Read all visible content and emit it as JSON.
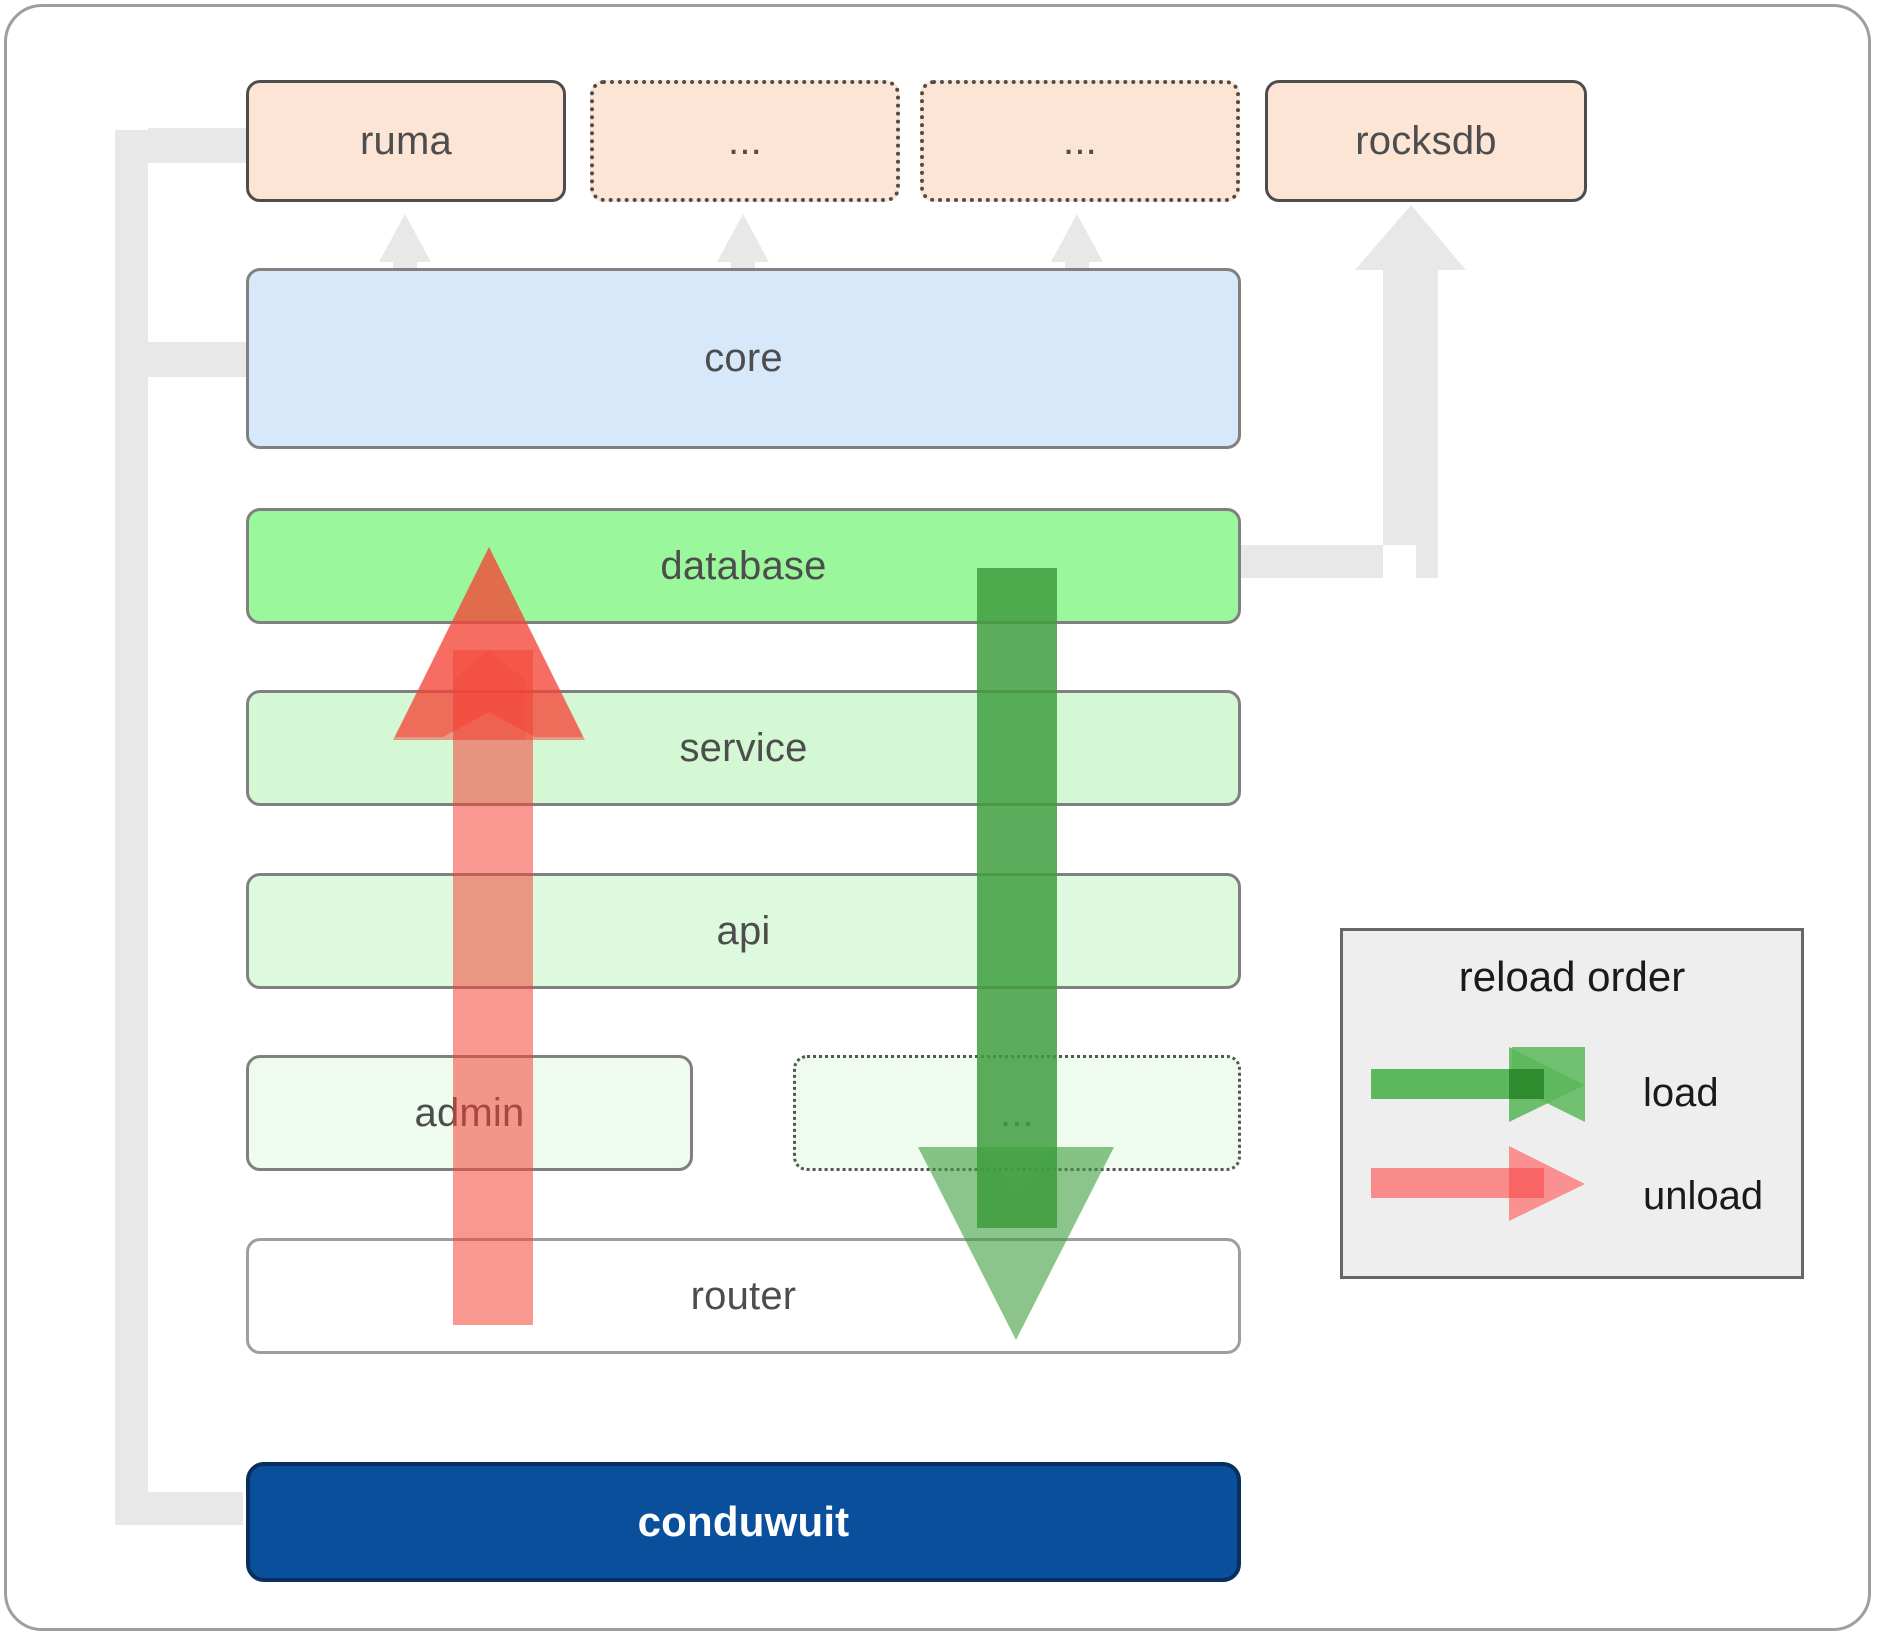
{
  "diagram": {
    "title_semantic": "conduwuit crate layering and reload order",
    "frame": {
      "border_color": "#9e9e9e"
    },
    "top_crates": [
      {
        "id": "ruma",
        "label": "ruma",
        "style": "solid",
        "fill": "#fce5d5"
      },
      {
        "id": "dots1",
        "label": "...",
        "style": "dotted",
        "fill": "#fce5d5"
      },
      {
        "id": "dots2",
        "label": "...",
        "style": "dotted",
        "fill": "#fce5d5"
      },
      {
        "id": "rocksdb",
        "label": "rocksdb",
        "style": "solid",
        "fill": "#fce5d5"
      }
    ],
    "core": {
      "label": "core",
      "fill": "#d7e8fb"
    },
    "layers": [
      {
        "id": "database",
        "label": "database",
        "fill": "#9bf79b",
        "style": "solid"
      },
      {
        "id": "service",
        "label": "service",
        "fill": "#d4f7d4",
        "style": "solid"
      },
      {
        "id": "api",
        "label": "api",
        "fill": "#defade",
        "style": "solid"
      },
      {
        "id": "admin",
        "label": "admin",
        "fill": "#eefbee",
        "style": "solid"
      },
      {
        "id": "dots3",
        "label": "...",
        "fill": "#eefbee",
        "style": "dotted"
      },
      {
        "id": "router",
        "label": "router",
        "fill": "#ffffff",
        "style": "solid"
      }
    ],
    "binary": {
      "label": "conduwuit",
      "fill": "#0a4f9c",
      "text_color": "#ffffff"
    },
    "legend": {
      "title": "reload order",
      "entries": [
        {
          "id": "load",
          "label": "load",
          "color": "#5cb85c"
        },
        {
          "id": "unload",
          "label": "unload",
          "color": "#f98b8b"
        }
      ]
    },
    "colors": {
      "crate_fill": "#fce5d5",
      "core_fill": "#d7e8fb",
      "database_fill": "#9bf79b",
      "binary_fill": "#0a4f9c",
      "load_arrow": "#5cb85c",
      "unload_arrow": "#f98b8b",
      "connector": "#e8e8e8",
      "legend_bg": "#eeeeee"
    }
  }
}
